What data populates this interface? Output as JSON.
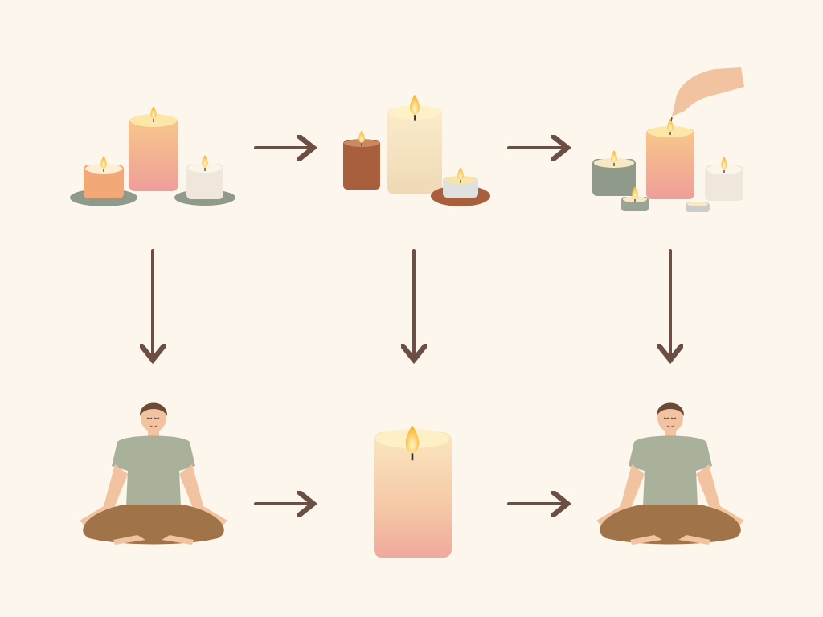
{
  "colors": {
    "background": "#fdf6ec",
    "arrow": "#6b4f45",
    "candle_pink": "#f0a89a",
    "candle_orange": "#f3a877",
    "candle_cream": "#f6e6c8",
    "candle_brown": "#a85f3e",
    "stone_green": "#8f9a8a",
    "shirt_sage": "#a9b19a",
    "pants_brown": "#a07448",
    "skin": "#f1c3a0",
    "hair": "#6b4a36",
    "flame": "#ffd24a"
  },
  "diagram": {
    "nodes": [
      {
        "id": "candle-set-1",
        "icon": "candle-group-icon"
      },
      {
        "id": "candle-set-2",
        "icon": "candle-group-icon"
      },
      {
        "id": "candle-lighting",
        "icon": "hand-lighting-candle-icon"
      },
      {
        "id": "meditating-person-1",
        "icon": "meditation-person-icon"
      },
      {
        "id": "single-candle",
        "icon": "pillar-candle-icon"
      },
      {
        "id": "meditating-person-2",
        "icon": "meditation-person-icon"
      }
    ],
    "edges": [
      [
        "candle-set-1",
        "candle-set-2"
      ],
      [
        "candle-set-2",
        "candle-lighting"
      ],
      [
        "candle-set-1",
        "meditating-person-1"
      ],
      [
        "candle-set-2",
        "single-candle"
      ],
      [
        "candle-lighting",
        "meditating-person-2"
      ],
      [
        "meditating-person-1",
        "single-candle"
      ],
      [
        "single-candle",
        "meditating-person-2"
      ]
    ]
  }
}
